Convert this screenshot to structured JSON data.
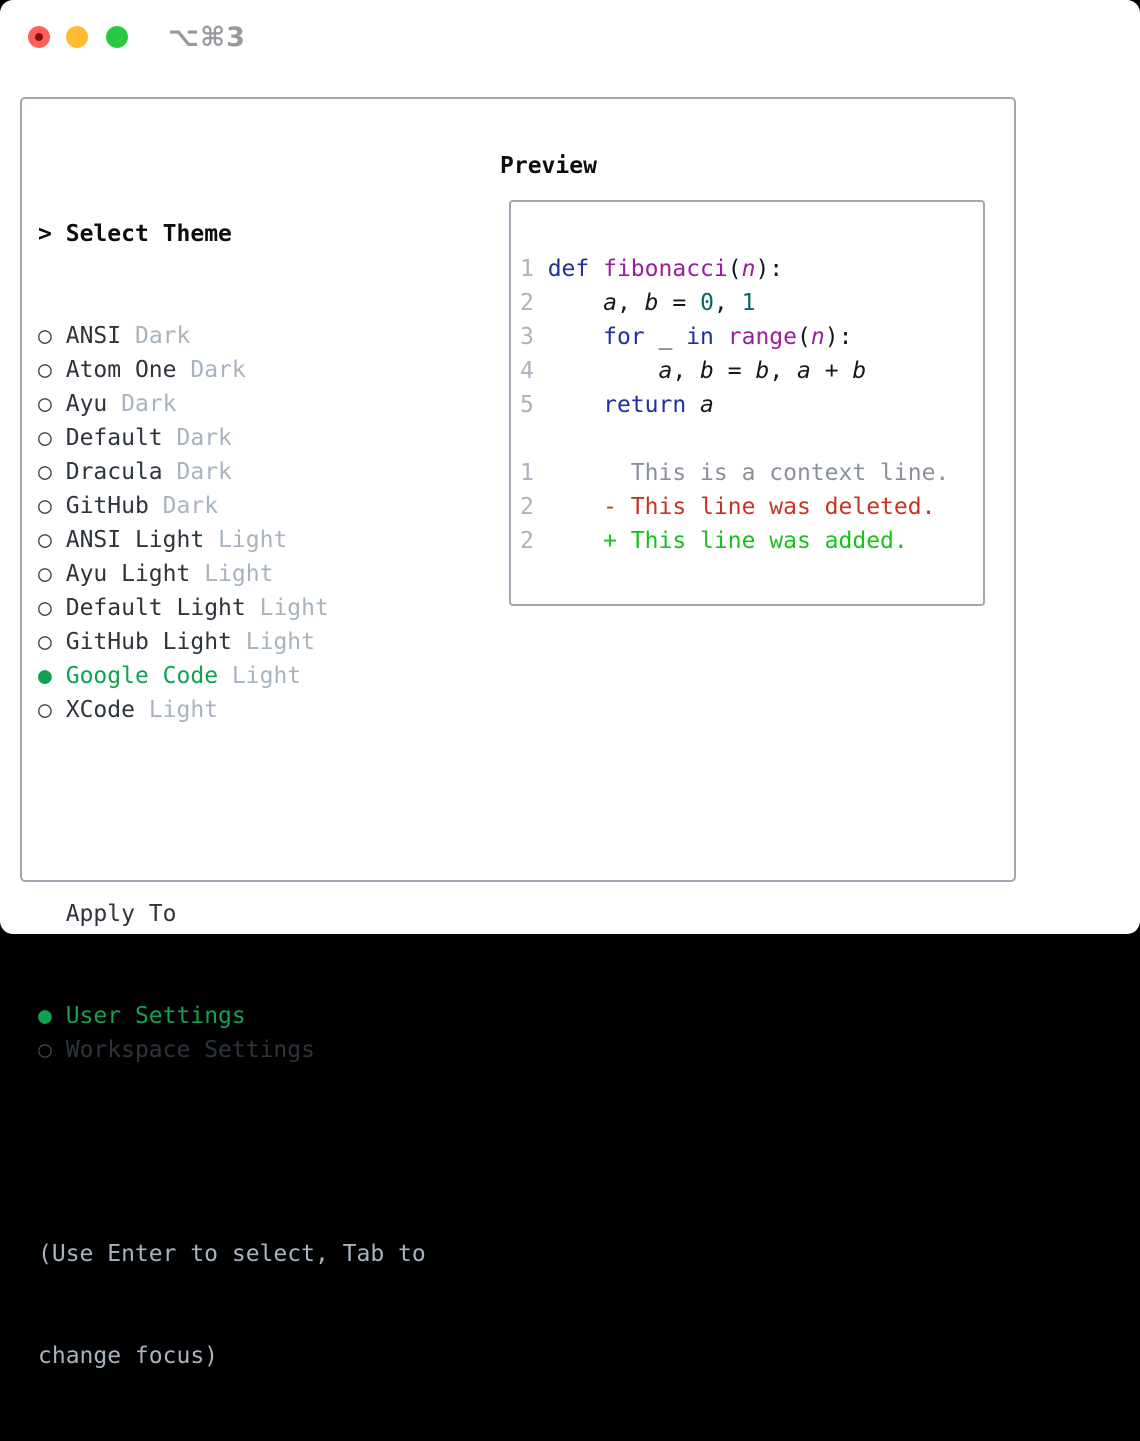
{
  "window": {
    "title": "⌥⌘3"
  },
  "theme_panel": {
    "cursor": ">",
    "header": "Select Theme",
    "radio_unselected": "○",
    "radio_selected": "●",
    "items": [
      {
        "name": "ANSI",
        "variant": "Dark",
        "selected": false
      },
      {
        "name": "Atom One",
        "variant": "Dark",
        "selected": false
      },
      {
        "name": "Ayu",
        "variant": "Dark",
        "selected": false
      },
      {
        "name": "Default",
        "variant": "Dark",
        "selected": false
      },
      {
        "name": "Dracula",
        "variant": "Dark",
        "selected": false
      },
      {
        "name": "GitHub",
        "variant": "Dark",
        "selected": false
      },
      {
        "name": "ANSI Light",
        "variant": "Light",
        "selected": false
      },
      {
        "name": "Ayu Light",
        "variant": "Light",
        "selected": false
      },
      {
        "name": "Default Light",
        "variant": "Light",
        "selected": false
      },
      {
        "name": "GitHub Light",
        "variant": "Light",
        "selected": false
      },
      {
        "name": "Google Code",
        "variant": "Light",
        "selected": true
      },
      {
        "name": "XCode",
        "variant": "Light",
        "selected": false
      }
    ]
  },
  "apply_panel": {
    "header": "Apply To",
    "options": [
      {
        "label": "User Settings",
        "selected": true
      },
      {
        "label": "Workspace Settings",
        "selected": false
      }
    ]
  },
  "help": {
    "lines": [
      "(Use Enter to select, Tab to",
      "change focus)"
    ]
  },
  "preview_panel": {
    "header": "Preview",
    "code_lines": [
      [
        [
          "ln",
          "1 "
        ],
        [
          "kw",
          "def"
        ],
        [
          "pl",
          " "
        ],
        [
          "fn",
          "fibonacci"
        ],
        [
          "pl",
          "("
        ],
        [
          "param",
          "n"
        ],
        [
          "pl",
          "):"
        ]
      ],
      [
        [
          "ln",
          "2 "
        ],
        [
          "pl",
          "    "
        ],
        [
          "var",
          "a"
        ],
        [
          "pl",
          ", "
        ],
        [
          "var",
          "b"
        ],
        [
          "pl",
          " = "
        ],
        [
          "lit",
          "0"
        ],
        [
          "pl",
          ", "
        ],
        [
          "lit",
          "1"
        ]
      ],
      [
        [
          "ln",
          "3 "
        ],
        [
          "pl",
          "    "
        ],
        [
          "kw",
          "for"
        ],
        [
          "pl",
          " _ "
        ],
        [
          "kw",
          "in"
        ],
        [
          "pl",
          " "
        ],
        [
          "fn",
          "range"
        ],
        [
          "pl",
          "("
        ],
        [
          "param",
          "n"
        ],
        [
          "pl",
          "):"
        ]
      ],
      [
        [
          "ln",
          "4 "
        ],
        [
          "pl",
          "        "
        ],
        [
          "var",
          "a"
        ],
        [
          "pl",
          ", "
        ],
        [
          "var",
          "b"
        ],
        [
          "pl",
          " = "
        ],
        [
          "var",
          "b"
        ],
        [
          "pl",
          ", "
        ],
        [
          "var",
          "a"
        ],
        [
          "pl",
          " + "
        ],
        [
          "var",
          "b"
        ]
      ],
      [
        [
          "ln",
          "5 "
        ],
        [
          "pl",
          "    "
        ],
        [
          "kw",
          "return"
        ],
        [
          "pl",
          " "
        ],
        [
          "var",
          "a"
        ]
      ],
      [],
      [
        [
          "ln",
          "1"
        ],
        [
          "ctx",
          "       This is a context line."
        ]
      ],
      [
        [
          "ln",
          "2"
        ],
        [
          "pl",
          "     "
        ],
        [
          "del",
          "- This line was deleted."
        ]
      ],
      [
        [
          "ln",
          "2"
        ],
        [
          "pl",
          "     "
        ],
        [
          "add",
          "+ This line was added."
        ]
      ]
    ]
  },
  "colors": {
    "ui_green": "#10a24e",
    "text_dark": "#2e343c",
    "text_bold": "#0b0d10",
    "muted": "#a8b3c0",
    "circle": "#3d444c",
    "border": "#9fa9b4",
    "title_gray": "#97999e",
    "keyword": "#202f9f",
    "function": "#98209b",
    "literal": "#0a6666",
    "plain": "#15181b",
    "context": "#8a919b",
    "deleted": "#c63522",
    "added": "#16c31d",
    "traffic_red": "#fe5f57",
    "traffic_red_dot": "#7e150d",
    "traffic_yellow": "#febc2e",
    "traffic_green": "#2ac840"
  }
}
